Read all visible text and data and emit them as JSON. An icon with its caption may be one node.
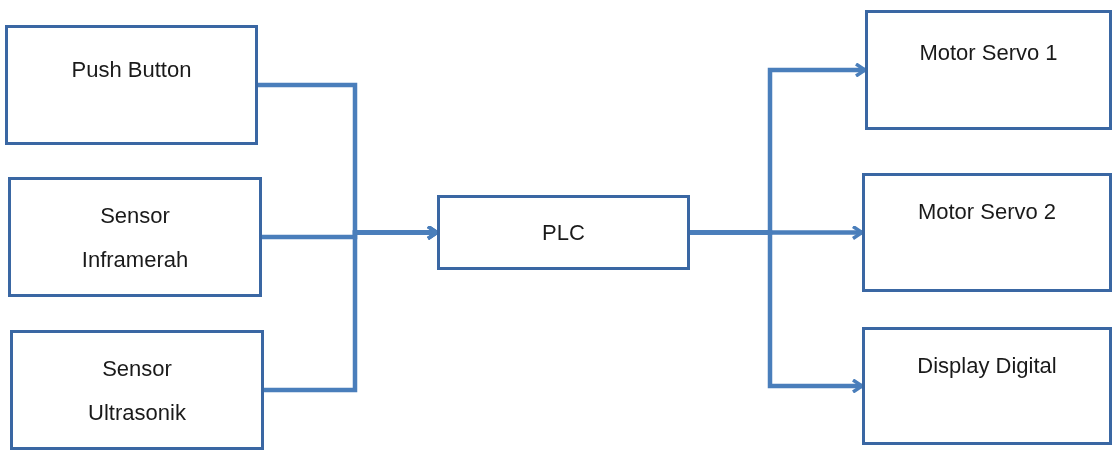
{
  "diagram": {
    "nodes": [
      {
        "text": [
          "Push Button"
        ]
      },
      {
        "text": [
          "Sensor Inframerah"
        ]
      },
      {
        "text": [
          "Sensor Ultrasonik"
        ]
      },
      {
        "text": [
          "PLC"
        ]
      },
      {
        "text": [
          "Motor Servo 1"
        ]
      },
      {
        "text": [
          "Motor Servo 2"
        ]
      },
      {
        "text": [
          "Display Digital"
        ]
      }
    ],
    "edges": [
      {
        "from": 0,
        "to": 3,
        "arrow": "to"
      },
      {
        "from": 1,
        "to": 3,
        "arrow": "to"
      },
      {
        "from": 2,
        "to": 3,
        "arrow": "to"
      },
      {
        "from": 3,
        "to": 4,
        "arrow": "to"
      },
      {
        "from": 3,
        "to": 5,
        "arrow": "to"
      },
      {
        "from": 3,
        "to": 6,
        "arrow": "to"
      }
    ]
  }
}
